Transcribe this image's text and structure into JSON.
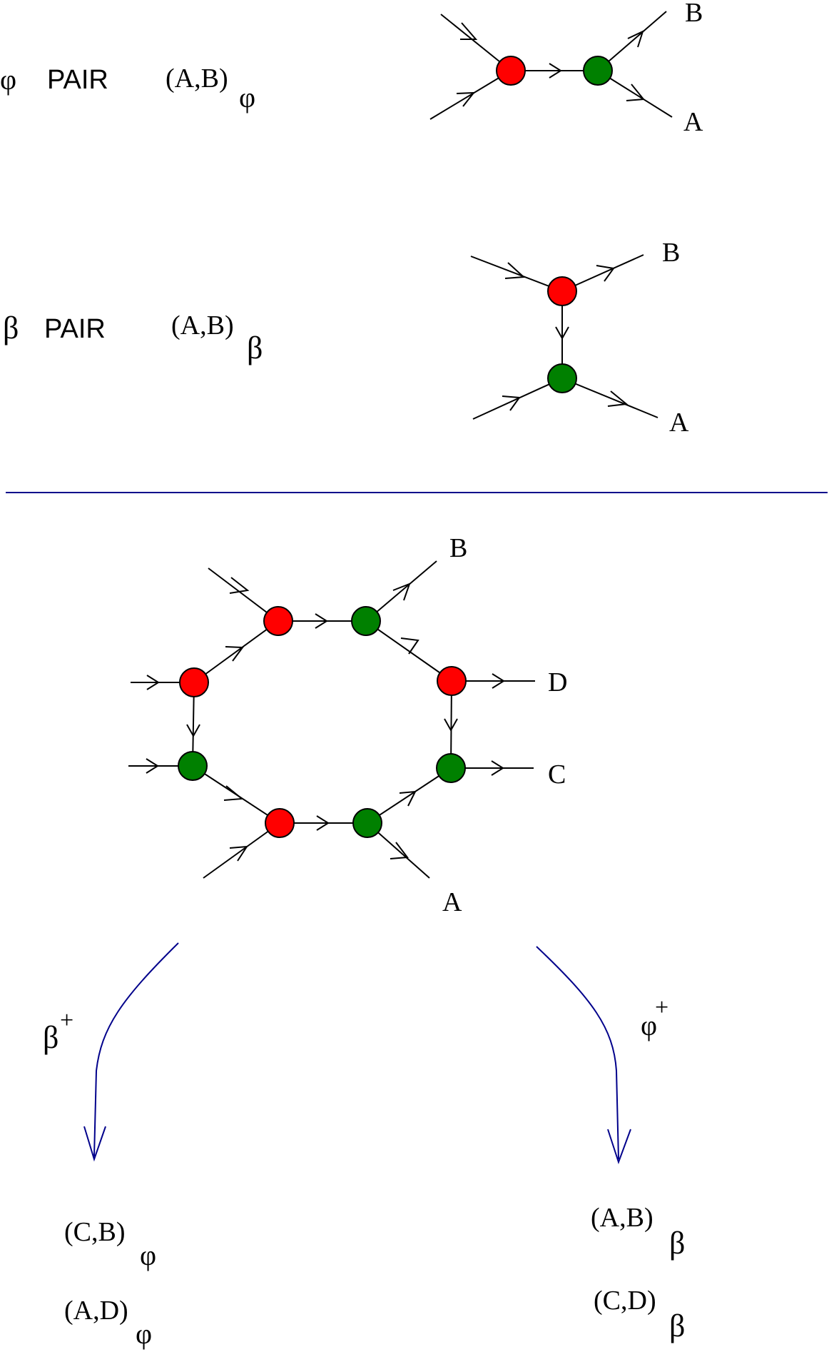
{
  "colors": {
    "ink": "#000000",
    "red_node": "#ff0000",
    "green_node": "#008000",
    "divider": "#00008b",
    "arrow": "#00008b"
  },
  "phi_pair": {
    "symbol": "φ",
    "label": "PAIR",
    "expr": "(A,B)",
    "sub": "φ",
    "end_b": "B",
    "end_a": "A"
  },
  "beta_pair": {
    "symbol": "β",
    "label": "PAIR",
    "expr": "(A,B)",
    "sub": "β",
    "end_b": "B",
    "end_a": "A"
  },
  "ring": {
    "label_b": "B",
    "label_d": "D",
    "label_c": "C",
    "label_a": "A"
  },
  "left_branch": {
    "op": "β",
    "sup": "+",
    "r1_expr": "(C,B)",
    "r1_sub": "φ",
    "r2_expr": "(A,D)",
    "r2_sub": "φ"
  },
  "right_branch": {
    "op": "φ",
    "sup": "+",
    "r1_expr": "(A,B)",
    "r1_sub": "β",
    "r2_expr": "(C,D)",
    "r2_sub": "β"
  }
}
